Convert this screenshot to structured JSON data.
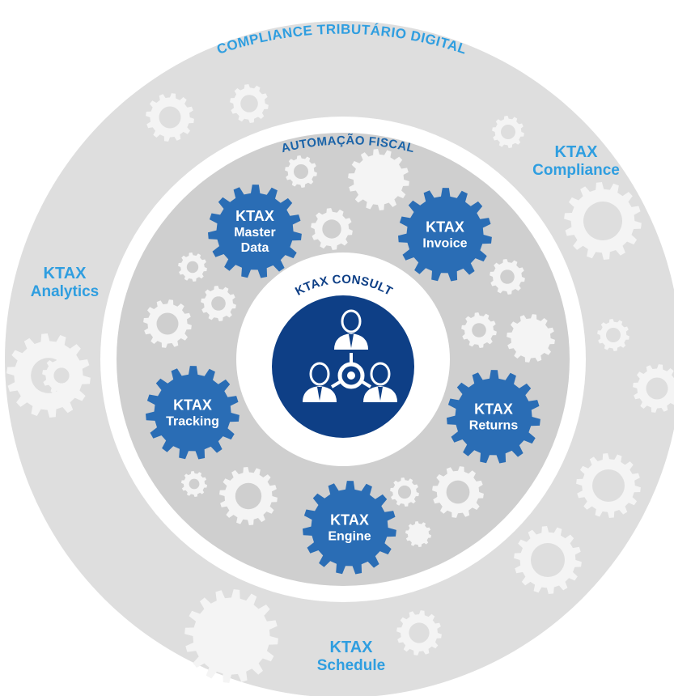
{
  "rings": {
    "outer_title": "COMPLIANCE TRIBUTÁRIO DIGITAL",
    "middle_title": "AUTOMAÇÃO FISCAL",
    "center_title": "KTAX CONSULT"
  },
  "outer_modules": {
    "compliance": [
      "KTAX",
      "Compliance"
    ],
    "analytics": [
      "KTAX",
      "Analytics"
    ],
    "schedule": [
      "KTAX",
      "Schedule"
    ]
  },
  "inner_modules": {
    "master_data": [
      "KTAX",
      "Master",
      "Data"
    ],
    "invoice": [
      "KTAX",
      "Invoice"
    ],
    "tracking": [
      "KTAX",
      "Tracking"
    ],
    "returns": [
      "KTAX",
      "Returns"
    ],
    "engine": [
      "KTAX",
      "Engine"
    ]
  },
  "center_icon": "people-network-icon",
  "colors": {
    "outer_ring": "#dedede",
    "middle_ring": "#cfcfcf",
    "light_gear": "#f4f4f4",
    "blue_gear": "#2a6db5",
    "center_circle": "#0e3f86",
    "label_blue": "#2f9ee0"
  }
}
